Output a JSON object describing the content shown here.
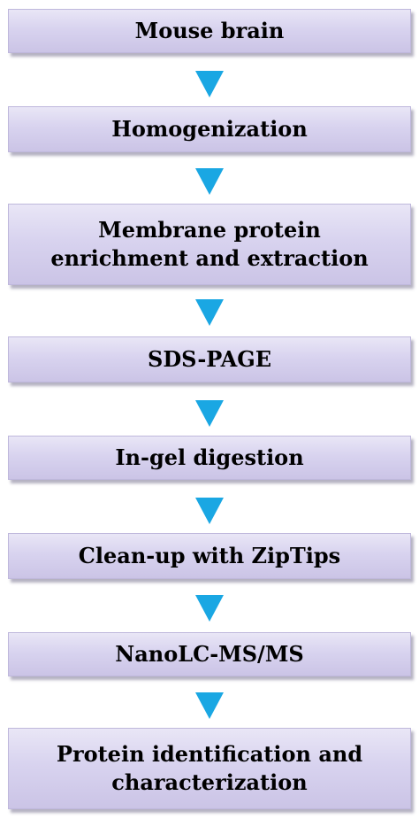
{
  "colors": {
    "box_fill_top": "#e9e6f6",
    "box_fill_bottom": "#cbc4e6",
    "arrow": "#1aa7e3",
    "text": "#000000"
  },
  "icons": [
    "down-arrow-icon"
  ],
  "steps": [
    {
      "label": "Mouse brain"
    },
    {
      "label": "Homogenization"
    },
    {
      "label": "Membrane protein\nenrichment and extraction"
    },
    {
      "label": "SDS-PAGE"
    },
    {
      "label": "In-gel digestion"
    },
    {
      "label": "Clean-up with ZipTips"
    },
    {
      "label": "NanoLC-MS/MS"
    },
    {
      "label": "Protein identification and\ncharacterization"
    }
  ]
}
